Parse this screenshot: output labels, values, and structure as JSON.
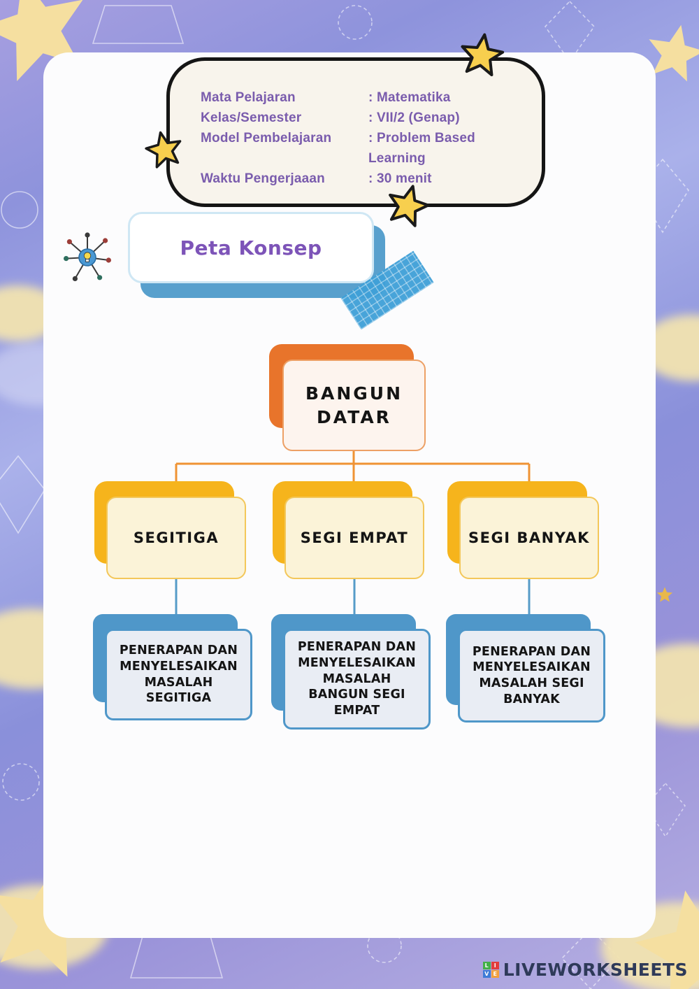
{
  "info_box": {
    "rows": [
      {
        "label": "Mata Pelajaran",
        "value": ": Matematika"
      },
      {
        "label": "Kelas/Semester",
        "value": ": VII/2 (Genap)"
      },
      {
        "label": "Model Pembelajaran",
        "value": ": Problem Based Learning"
      },
      {
        "label": "Waktu Pengerjaaan",
        "value": ": 30 menit"
      }
    ],
    "text_color": "#7a5cad"
  },
  "section": {
    "title": "Peta Konsep"
  },
  "concept_map": {
    "root": {
      "label": "BANGUN\nDATAR"
    },
    "children": [
      {
        "label": "SEGITIGA",
        "leaf": "PENERAPAN DAN\nMENYELESAIKAN\nMASALAH\nSEGITIGA"
      },
      {
        "label": "SEGI EMPAT",
        "leaf": "PENERAPAN DAN\nMENYELESAIKAN\nMASALAH\nBANGUN SEGI\nEMPAT"
      },
      {
        "label": "SEGI BANYAK",
        "leaf": "PENERAPAN DAN\nMENYELESAIKAN\nMASALAH SEGI\nBANYAK"
      }
    ],
    "colors": {
      "root_accent": "#e8742b",
      "child_accent": "#f6b41c",
      "leaf_accent": "#4f97c9"
    }
  },
  "footer": {
    "brand": "LIVEWORKSHEETS",
    "logo_letters": [
      "L",
      "I",
      "V",
      "E"
    ]
  }
}
